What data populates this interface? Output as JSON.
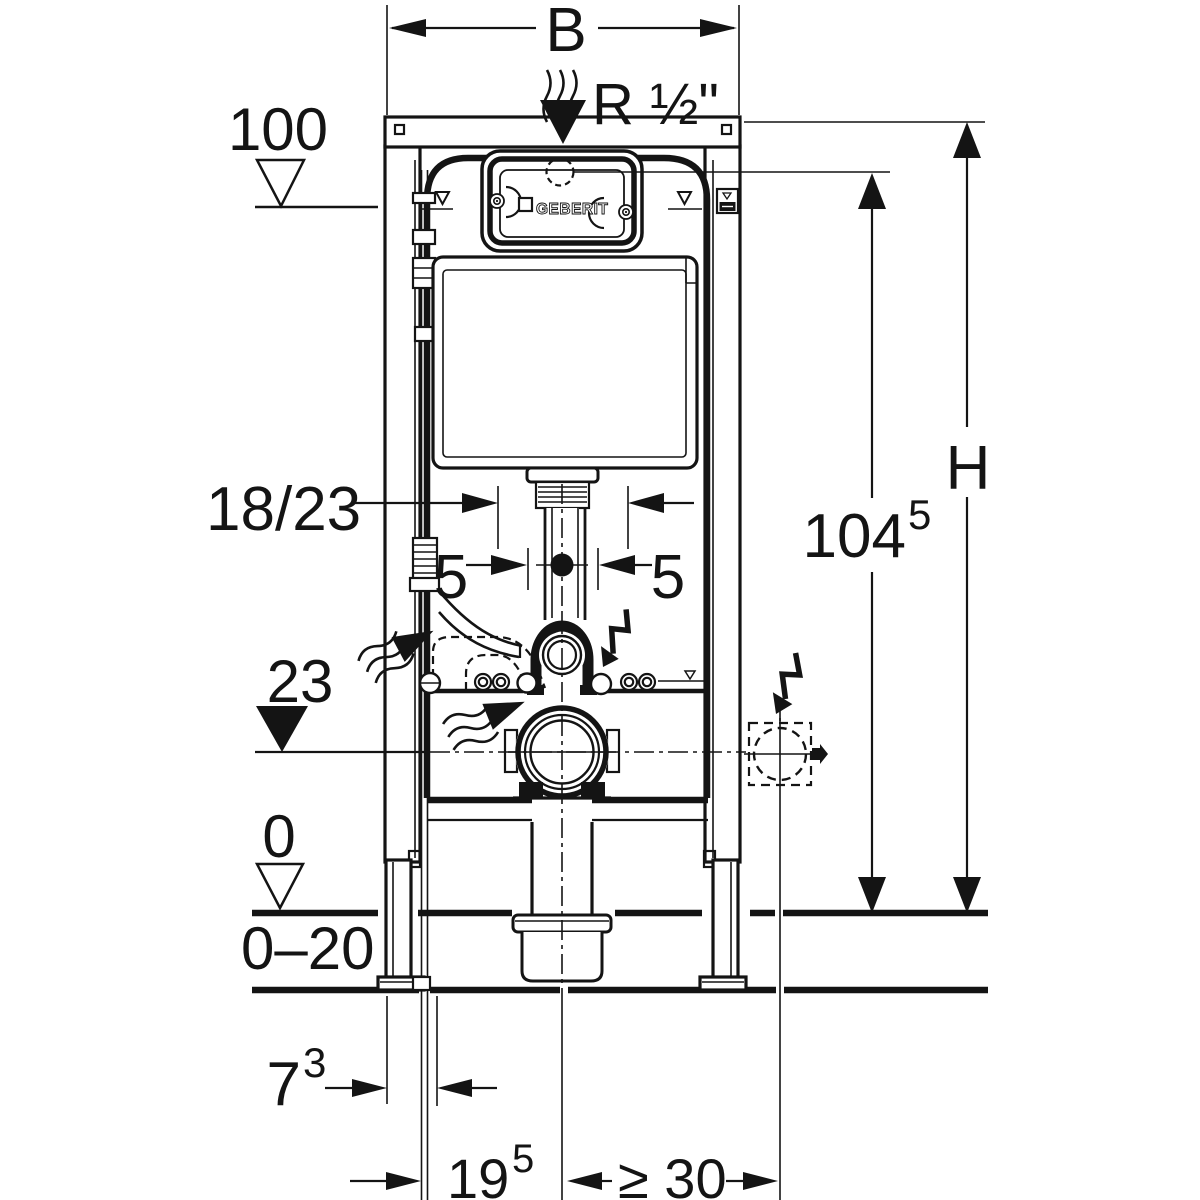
{
  "brand": "GEBERIT",
  "dimensions": {
    "frame_width": "B",
    "supply_thread": "R ½\"",
    "level_top": "100",
    "overall_height": "H",
    "actuation_height": {
      "value": "104",
      "sup": "5"
    },
    "frame_depth": "18/23",
    "offset_left": "5",
    "offset_right": "5",
    "outlet_level": "23",
    "floor_level": "0",
    "floor_range": "0–20",
    "supply_front_offset": {
      "value": "7",
      "sup": "3"
    },
    "supply_to_center": {
      "value": "19",
      "sup": "5"
    },
    "side_clearance": "≥ 30"
  }
}
